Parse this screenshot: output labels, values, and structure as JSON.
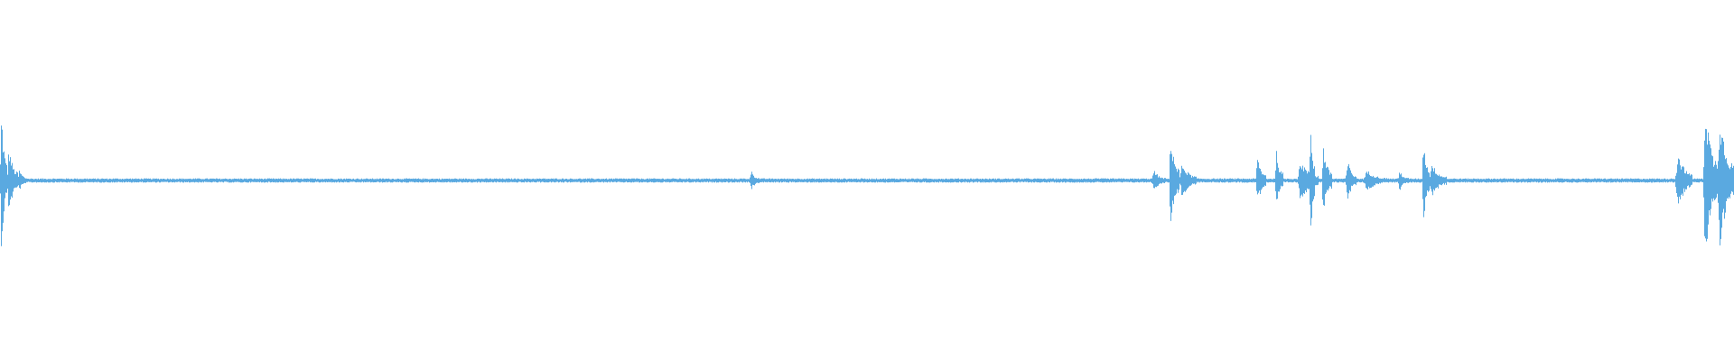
{
  "waveform": {
    "color": "#5aa9e0",
    "background": "#ffffff",
    "baseline_amplitude": 0.012,
    "segments": [
      {
        "start": 0.0,
        "end": 0.004,
        "amplitude": 0.42
      },
      {
        "start": 0.004,
        "end": 0.01,
        "amplitude": 0.2
      },
      {
        "start": 0.01,
        "end": 0.016,
        "amplitude": 0.06
      },
      {
        "start": 0.432,
        "end": 0.438,
        "amplitude": 0.06
      },
      {
        "start": 0.664,
        "end": 0.672,
        "amplitude": 0.06
      },
      {
        "start": 0.674,
        "end": 0.68,
        "amplitude": 0.28
      },
      {
        "start": 0.68,
        "end": 0.69,
        "amplitude": 0.1
      },
      {
        "start": 0.724,
        "end": 0.73,
        "amplitude": 0.14
      },
      {
        "start": 0.735,
        "end": 0.74,
        "amplitude": 0.18
      },
      {
        "start": 0.748,
        "end": 0.76,
        "amplitude": 0.12
      },
      {
        "start": 0.755,
        "end": 0.758,
        "amplitude": 0.4
      },
      {
        "start": 0.762,
        "end": 0.768,
        "amplitude": 0.2
      },
      {
        "start": 0.776,
        "end": 0.782,
        "amplitude": 0.12
      },
      {
        "start": 0.786,
        "end": 0.8,
        "amplitude": 0.06
      },
      {
        "start": 0.806,
        "end": 0.812,
        "amplitude": 0.06
      },
      {
        "start": 0.82,
        "end": 0.824,
        "amplitude": 0.28
      },
      {
        "start": 0.824,
        "end": 0.834,
        "amplitude": 0.1
      },
      {
        "start": 0.966,
        "end": 0.976,
        "amplitude": 0.16
      },
      {
        "start": 0.982,
        "end": 0.99,
        "amplitude": 0.48
      },
      {
        "start": 0.99,
        "end": 1.0,
        "amplitude": 0.4
      }
    ]
  }
}
